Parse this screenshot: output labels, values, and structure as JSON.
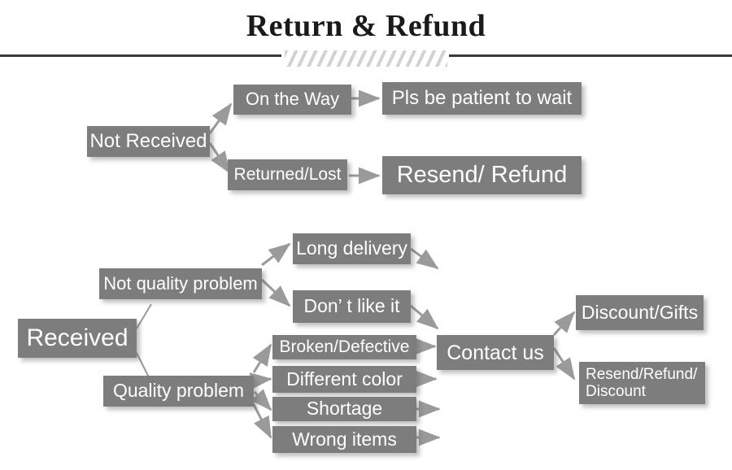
{
  "header": {
    "title": "Return & Refund",
    "divider_icon": "hatched-divider"
  },
  "flow": {
    "nodes": [
      {
        "id": "not-received",
        "label": "Not Received"
      },
      {
        "id": "on-the-way",
        "label": "On the Way"
      },
      {
        "id": "pls-be-patient",
        "label": "Pls be patient to wait"
      },
      {
        "id": "returned-lost",
        "label": "Returned/Lost"
      },
      {
        "id": "resend-refund",
        "label": "Resend/ Refund"
      },
      {
        "id": "received",
        "label": "Received"
      },
      {
        "id": "not-quality",
        "label": "Not quality problem"
      },
      {
        "id": "quality",
        "label": "Quality problem"
      },
      {
        "id": "long-delivery",
        "label": "Long delivery"
      },
      {
        "id": "dont-like-it",
        "label": "Don’  t like it"
      },
      {
        "id": "broken-defective",
        "label": "Broken/Defective"
      },
      {
        "id": "different-color",
        "label": "Different color"
      },
      {
        "id": "shortage",
        "label": "Shortage"
      },
      {
        "id": "wrong-items",
        "label": "Wrong items"
      },
      {
        "id": "contact-us",
        "label": "Contact us"
      },
      {
        "id": "discount-gifts",
        "label": "Discount/Gifts"
      },
      {
        "id": "resend-refund-discount",
        "label": "Resend/Refund/ Discount"
      }
    ],
    "edges": [
      {
        "from": "not-received",
        "to": "on-the-way"
      },
      {
        "from": "not-received",
        "to": "returned-lost"
      },
      {
        "from": "on-the-way",
        "to": "pls-be-patient"
      },
      {
        "from": "returned-lost",
        "to": "resend-refund"
      },
      {
        "from": "received",
        "to": "not-quality"
      },
      {
        "from": "received",
        "to": "quality"
      },
      {
        "from": "not-quality",
        "to": "long-delivery"
      },
      {
        "from": "not-quality",
        "to": "dont-like-it"
      },
      {
        "from": "quality",
        "to": "broken-defective"
      },
      {
        "from": "quality",
        "to": "different-color"
      },
      {
        "from": "quality",
        "to": "shortage"
      },
      {
        "from": "quality",
        "to": "wrong-items"
      },
      {
        "from": "long-delivery",
        "to": "contact-us"
      },
      {
        "from": "dont-like-it",
        "to": "contact-us"
      },
      {
        "from": "broken-defective",
        "to": "contact-us"
      },
      {
        "from": "different-color",
        "to": "contact-us"
      },
      {
        "from": "shortage",
        "to": "contact-us"
      },
      {
        "from": "wrong-items",
        "to": "contact-us"
      },
      {
        "from": "contact-us",
        "to": "discount-gifts"
      },
      {
        "from": "contact-us",
        "to": "resend-refund-discount"
      }
    ]
  },
  "colors": {
    "node_fill": "#7d7d7d",
    "node_text": "#ffffff",
    "arrow": "#9a9a9a",
    "title_text": "#1a1a1a",
    "rule": "#3a3a3e",
    "background": "#ffffff"
  }
}
